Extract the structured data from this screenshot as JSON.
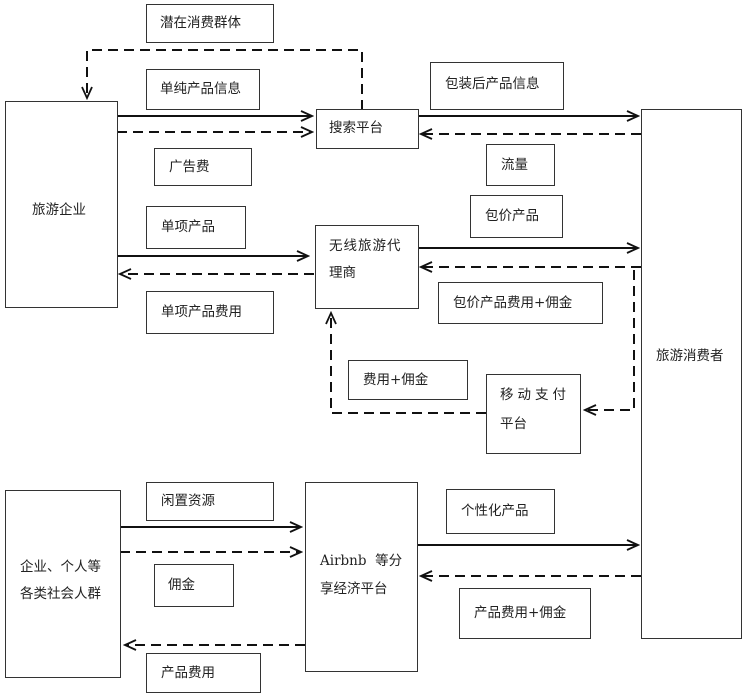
{
  "diagram": {
    "nodes": {
      "tourism_enterprise": "旅游企业",
      "search_platform": "搜索平台",
      "wireless_agent_line1": "无线旅游代",
      "wireless_agent_line2": "理商",
      "mobile_payment_line1": "移动支付",
      "mobile_payment_line2": "平台",
      "tourism_consumer": "旅游消费者",
      "social_groups_line1": "企业、个人等",
      "social_groups_line2": "各类社会人群",
      "sharing_platform_line1": "Airbnb  等分",
      "sharing_platform_line2": "享经济平台"
    },
    "edge_labels": {
      "potential_consumers": "潜在消费群体",
      "pure_product_info": "单纯产品信息",
      "advertising_fee": "广告费",
      "packaged_product_info": "包装后产品信息",
      "traffic": "流量",
      "single_product": "单项产品",
      "single_product_fee": "单项产品费用",
      "package_product": "包价产品",
      "package_fee_commission": "包价产品费用+佣金",
      "fee_commission": "费用+佣金",
      "idle_resources": "闲置资源",
      "commission": "佣金",
      "product_fee": "产品费用",
      "personalized_product": "个性化产品",
      "product_fee_commission": "产品费用+佣金"
    },
    "edges": [
      {
        "from": "search_platform",
        "to": "tourism_enterprise",
        "style": "dashed",
        "label": "potential_consumers"
      },
      {
        "from": "tourism_enterprise",
        "to": "search_platform",
        "style": "solid",
        "label": "pure_product_info"
      },
      {
        "from": "tourism_enterprise",
        "to": "search_platform",
        "style": "dashed",
        "label": "advertising_fee"
      },
      {
        "from": "search_platform",
        "to": "tourism_consumer",
        "style": "solid",
        "label": "packaged_product_info"
      },
      {
        "from": "tourism_consumer",
        "to": "search_platform",
        "style": "dashed",
        "label": "traffic"
      },
      {
        "from": "tourism_enterprise",
        "to": "wireless_agent",
        "style": "solid",
        "label": "single_product"
      },
      {
        "from": "wireless_agent",
        "to": "tourism_enterprise",
        "style": "dashed",
        "label": "single_product_fee"
      },
      {
        "from": "wireless_agent",
        "to": "tourism_consumer",
        "style": "solid",
        "label": "package_product"
      },
      {
        "from": "tourism_consumer",
        "to": "wireless_agent",
        "style": "dashed",
        "label": "package_fee_commission"
      },
      {
        "from": "tourism_consumer",
        "to": "mobile_payment",
        "style": "dashed",
        "label": ""
      },
      {
        "from": "mobile_payment",
        "to": "wireless_agent",
        "style": "dashed",
        "label": "fee_commission"
      },
      {
        "from": "social_groups",
        "to": "sharing_platform",
        "style": "solid",
        "label": "idle_resources"
      },
      {
        "from": "social_groups",
        "to": "sharing_platform",
        "style": "dashed",
        "label": "commission"
      },
      {
        "from": "sharing_platform",
        "to": "social_groups",
        "style": "dashed",
        "label": "product_fee"
      },
      {
        "from": "sharing_platform",
        "to": "tourism_consumer",
        "style": "solid",
        "label": "personalized_product"
      },
      {
        "from": "tourism_consumer",
        "to": "sharing_platform",
        "style": "dashed",
        "label": "product_fee_commission"
      }
    ]
  }
}
